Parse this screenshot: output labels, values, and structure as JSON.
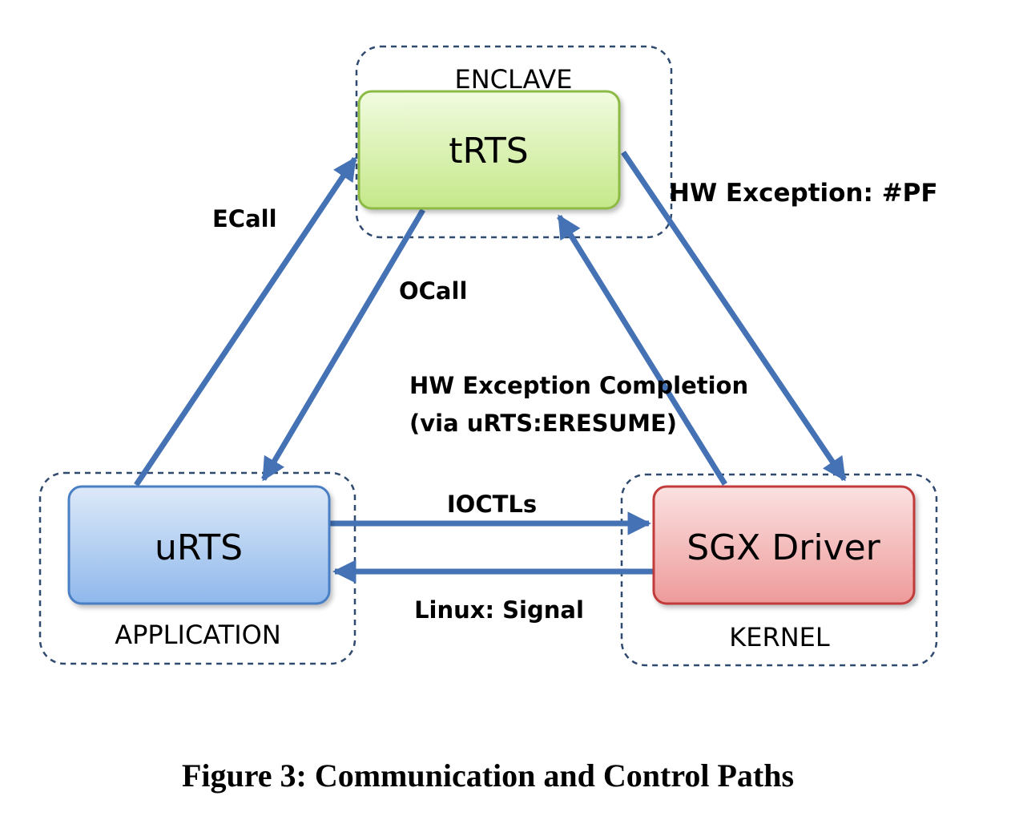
{
  "zones": {
    "enclave": "ENCLAVE",
    "application": "APPLICATION",
    "kernel": "KERNEL"
  },
  "nodes": {
    "trts": "tRTS",
    "urts": "uRTS",
    "sgx_driver": "SGX Driver"
  },
  "edges": {
    "ecall": "ECall",
    "ocall": "OCall",
    "hw_exception_pf": "HW Exception: #PF",
    "hw_exception_completion_line1": "HW Exception Completion",
    "hw_exception_completion_line2": "(via uRTS:ERESUME)",
    "ioctls": "IOCTLs",
    "linux_signal": "Linux: Signal"
  },
  "caption": "Figure 3: Communication and Control Paths",
  "colors": {
    "arrow": "#4472b4",
    "zone_border": "#2f4a6e",
    "trts_fill": "#d6f0a6",
    "trts_border": "#8cba45",
    "urts_fill": "#b5d1f2",
    "urts_border": "#4a7fc4",
    "driver_fill": "#f5b3b3",
    "driver_border": "#c23a3a"
  }
}
